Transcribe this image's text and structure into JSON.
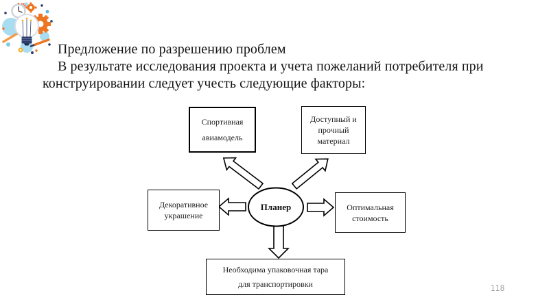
{
  "slide": {
    "background": "#ffffff",
    "page_number": "118"
  },
  "header": {
    "title_line": "Предложение по разрешению проблем",
    "body_line_1": "В результате исследования проекта и учета пожеланий потребителя при",
    "body_line_2": "конструировании следует учесть следующие факторы:"
  },
  "diagram": {
    "center": {
      "label": "Планер"
    },
    "boxes": {
      "sport": {
        "lines": [
          "Спортивная",
          "авиамодель"
        ]
      },
      "material": {
        "lines": [
          "Доступный и",
          "прочный",
          "материал"
        ]
      },
      "decor": {
        "lines": [
          "Декоративное",
          "украшение"
        ]
      },
      "cost": {
        "lines": [
          "Оптимальная",
          "стоимость"
        ]
      },
      "packaging": {
        "lines": [
          "Необходима упаковочная тара",
          "для транспортировки"
        ]
      }
    },
    "arrow_style": {
      "fill": "#ffffff",
      "stroke": "#000000"
    }
  },
  "decor_logo": {
    "description": "idea-lightbulb-with-gears-illustration",
    "colors": {
      "orange": "#ee7623",
      "orange_light": "#f29b4a",
      "red_orange": "#e8542f",
      "light_blue": "#a8dcf0",
      "blue": "#5bb7e0",
      "navy": "#2b3a67",
      "yellow": "#f5b32a",
      "gray": "#cdd3da"
    }
  }
}
